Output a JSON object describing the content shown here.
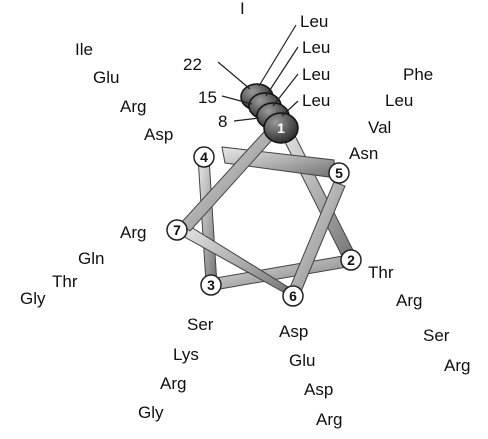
{
  "top_mark": "I",
  "position_labels": [
    "22",
    "15",
    "8"
  ],
  "circle_numbers": [
    "1",
    "2",
    "3",
    "4",
    "5",
    "6",
    "7"
  ],
  "column_1": [
    "Leu",
    "Leu",
    "Leu",
    "Leu"
  ],
  "column_2": [
    "Thr",
    "Arg",
    "Ser",
    "Arg"
  ],
  "column_3": [
    "Ser",
    "Lys",
    "Arg",
    "Gly"
  ],
  "column_4": [
    "Ile",
    "Glu",
    "Arg",
    "Asp"
  ],
  "column_5": [
    "Phe",
    "Leu",
    "Val",
    "Asn"
  ],
  "column_6": [
    "Asp",
    "Glu",
    "Asp",
    "Arg"
  ],
  "column_7": [
    "Arg",
    "Gln",
    "Thr",
    "Gly"
  ]
}
